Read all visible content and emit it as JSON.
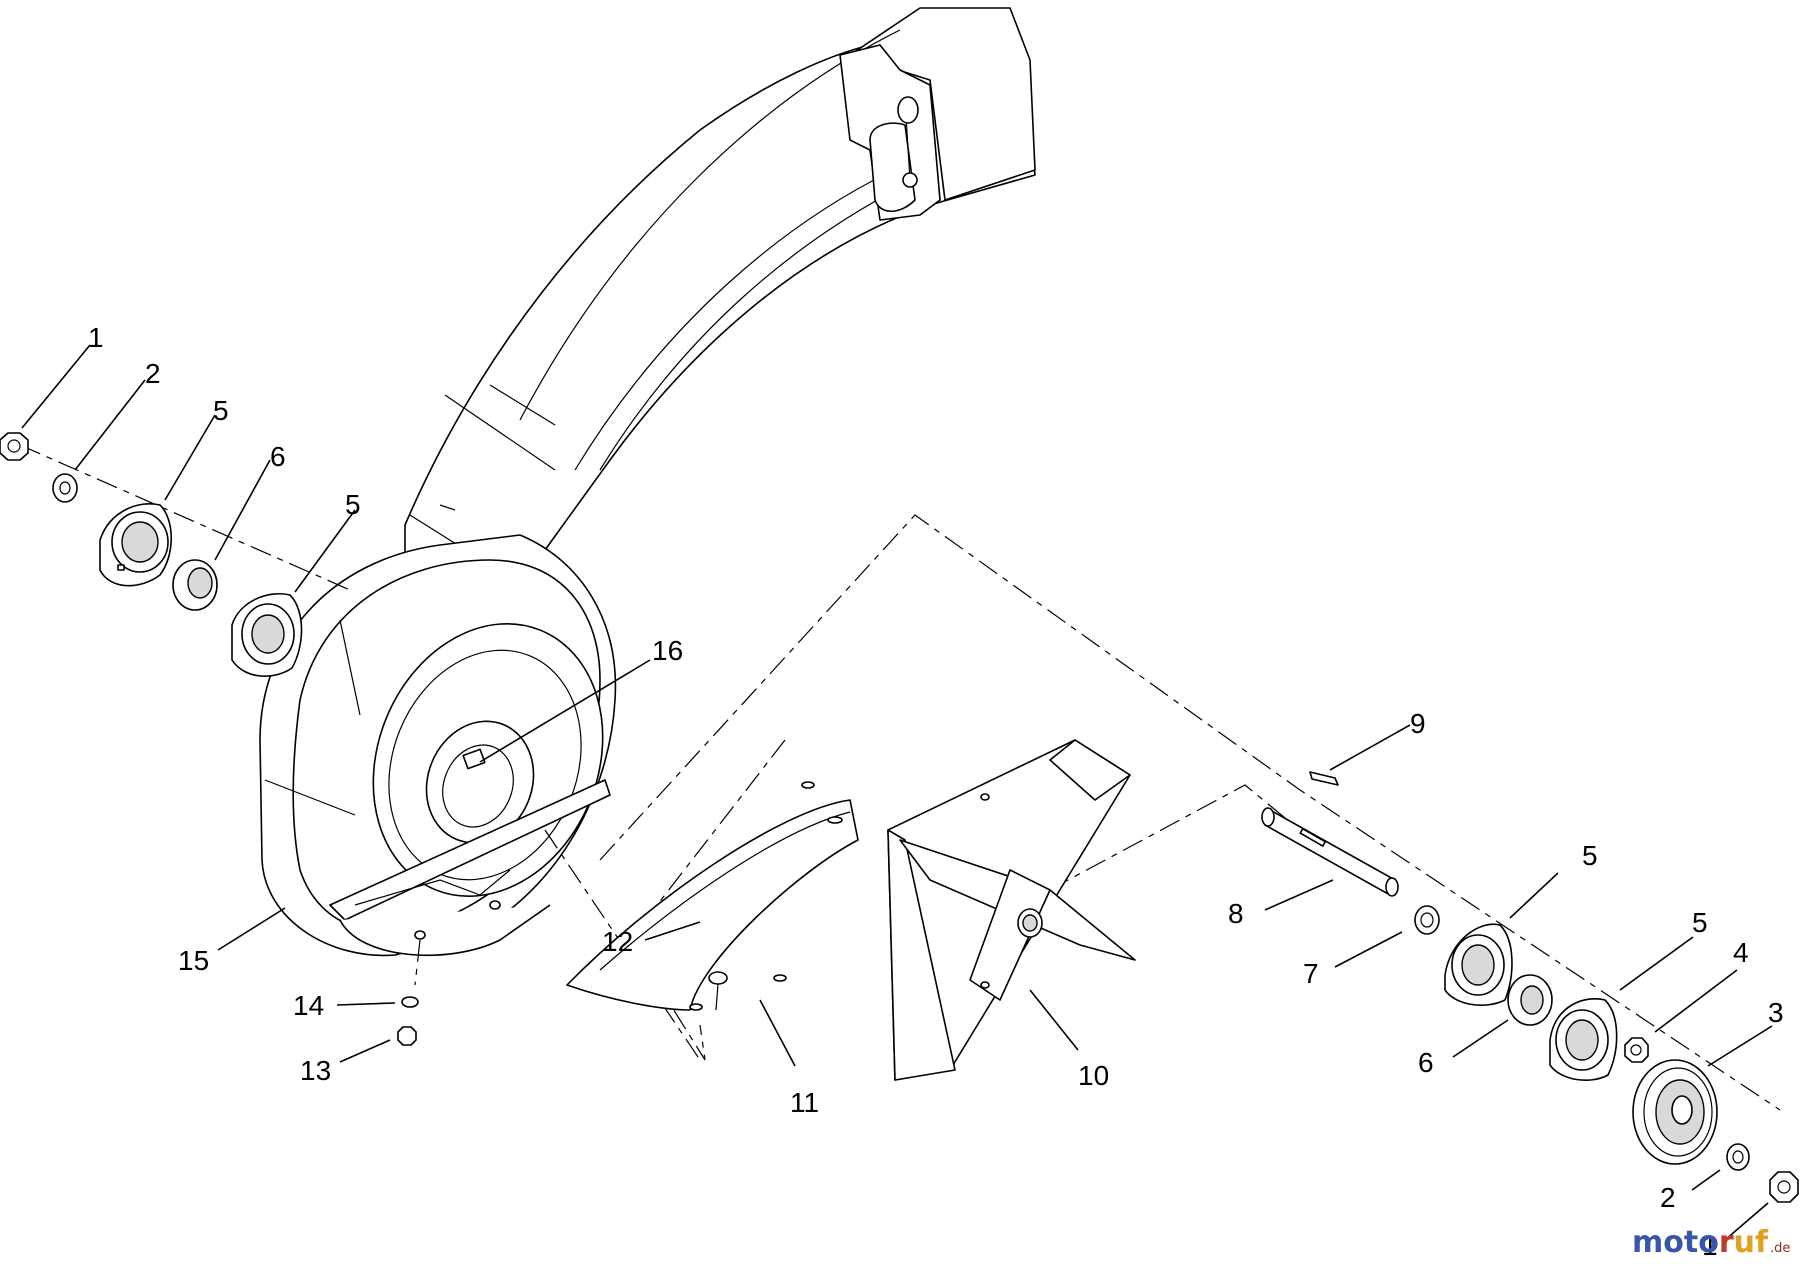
{
  "callouts": [
    {
      "id": "c1a",
      "text": "1"
    },
    {
      "id": "c2a",
      "text": "2"
    },
    {
      "id": "c5a",
      "text": "5"
    },
    {
      "id": "c6a",
      "text": "6"
    },
    {
      "id": "c5b",
      "text": "5"
    },
    {
      "id": "c16",
      "text": "16"
    },
    {
      "id": "c15",
      "text": "15"
    },
    {
      "id": "c14",
      "text": "14"
    },
    {
      "id": "c13",
      "text": "13"
    },
    {
      "id": "c12",
      "text": "12"
    },
    {
      "id": "c11",
      "text": "11"
    },
    {
      "id": "c10",
      "text": "10"
    },
    {
      "id": "c9",
      "text": "9"
    },
    {
      "id": "c8",
      "text": "8"
    },
    {
      "id": "c7",
      "text": "7"
    },
    {
      "id": "c5c",
      "text": "5"
    },
    {
      "id": "c5d",
      "text": "5"
    },
    {
      "id": "c4",
      "text": "4"
    },
    {
      "id": "c3",
      "text": "3"
    },
    {
      "id": "c6b",
      "text": "6"
    },
    {
      "id": "c2b",
      "text": "2"
    },
    {
      "id": "c1b",
      "text": "1"
    }
  ],
  "watermark": {
    "letters": [
      "m",
      "o",
      "t",
      "o",
      "r",
      "u",
      "f"
    ],
    "letter_colors": [
      "#3a56a8",
      "#3a56a8",
      "#3a56a8",
      "#3a56a8",
      "#c0392b",
      "#e0a020",
      "#e0a020"
    ],
    "suffix": ".de"
  }
}
